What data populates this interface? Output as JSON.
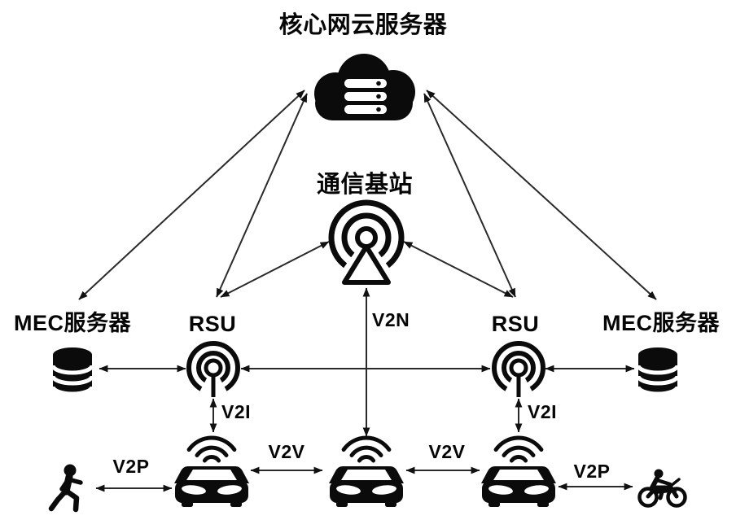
{
  "colors": {
    "ink": "#0b0b0b",
    "line": "#2a2a2a",
    "background": "#ffffff"
  },
  "diagram": {
    "nodes": {
      "cloud_server": {
        "label": "核心网云服务器",
        "icon": "cloud-server-icon"
      },
      "base_station": {
        "label": "通信基站",
        "icon": "base-station-icon"
      },
      "mec_left": {
        "label": "MEC服务器",
        "icon": "database-icon"
      },
      "rsu_left": {
        "label": "RSU",
        "icon": "roadside-unit-icon"
      },
      "rsu_right": {
        "label": "RSU",
        "icon": "roadside-unit-icon"
      },
      "mec_right": {
        "label": "MEC服务器",
        "icon": "database-icon"
      },
      "pedestrian": {
        "icon": "pedestrian-icon"
      },
      "car_left": {
        "icon": "car-icon"
      },
      "car_center": {
        "icon": "car-icon"
      },
      "car_right": {
        "icon": "car-icon"
      },
      "motorcycle": {
        "icon": "motorcycle-icon"
      }
    },
    "links": {
      "v2n": {
        "label": "V2N",
        "from": "base_station",
        "to": "car_center"
      },
      "v2i_left": {
        "label": "V2I",
        "from": "rsu_left",
        "to": "car_left"
      },
      "v2i_right": {
        "label": "V2I",
        "from": "rsu_right",
        "to": "car_right"
      },
      "v2v_left": {
        "label": "V2V",
        "from": "car_left",
        "to": "car_center"
      },
      "v2v_right": {
        "label": "V2V",
        "from": "car_center",
        "to": "car_right"
      },
      "v2p_left": {
        "label": "V2P",
        "from": "pedestrian",
        "to": "car_left"
      },
      "v2p_right": {
        "label": "V2P",
        "from": "car_right",
        "to": "motorcycle"
      }
    }
  }
}
